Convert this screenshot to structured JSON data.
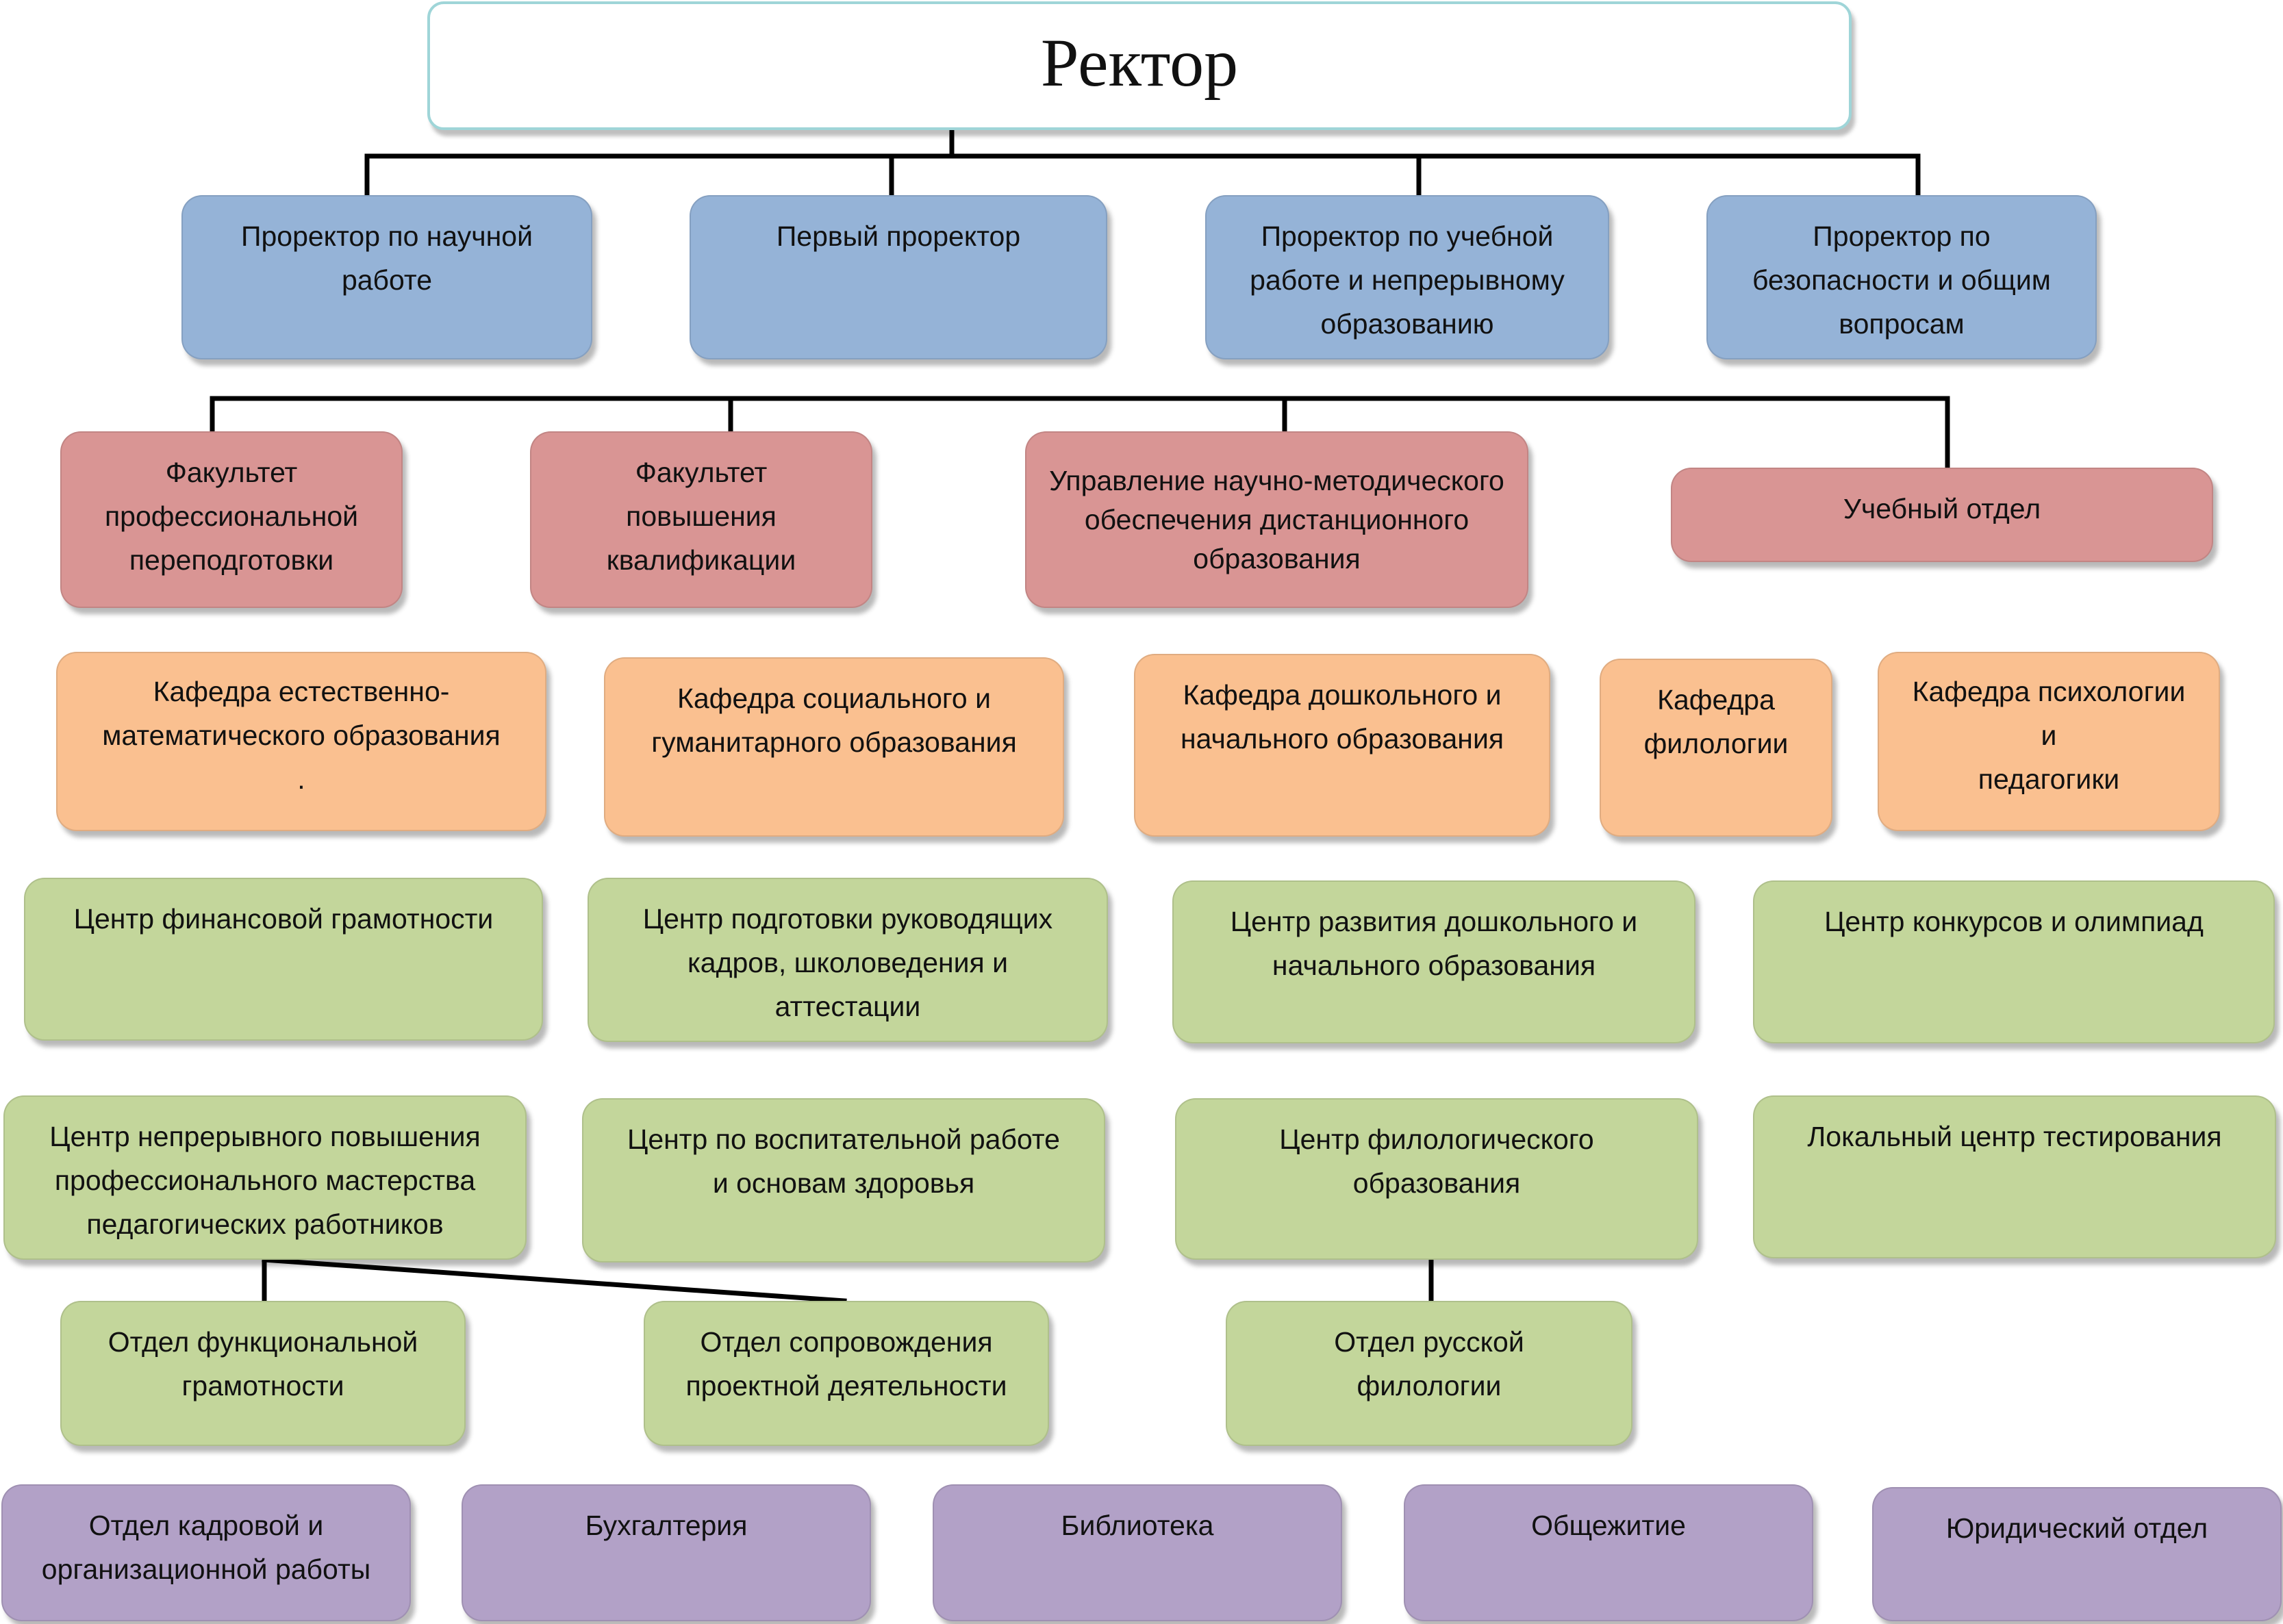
{
  "rector": "Ректор",
  "prorectors": {
    "science": "Проректор по научной\nработе",
    "first": "Первый проректор",
    "education": "Проректор по учебной\nработе и непрерывному\nобразованию",
    "security": "Проректор по\nбезопасности и общим\nвопросам"
  },
  "faculties": {
    "retraining": "Факультет\nпрофессиональной\nпереподготовки",
    "qualification": "Факультет\nповышения\nквалификации",
    "distance": "Управление научно-методического\nобеспечения дистанционного\nобразования",
    "education_dept": "Учебный отдел"
  },
  "departments": {
    "natural_math": "Кафедра естественно-\nматематического образования\n.",
    "social_humanitarian": "Кафедра социального и\nгуманитарного образования",
    "preschool_primary": "Кафедра дошкольного и\nначального образования",
    "philology": "Кафедра\nфилологии",
    "psychology": "Кафедра психологии\nи\nпедагогики"
  },
  "centers_row1": {
    "finance": "Центр финансовой грамотности",
    "management": "Центр подготовки руководящих\nкадров, школоведения и\nаттестации",
    "preschool_dev": "Центр развития дошкольного и\nначального образования",
    "contests": "Центр конкурсов и олимпиад"
  },
  "centers_row2": {
    "continuous": "Центр непрерывного повышения\nпрофессионального мастерства\nпедагогических работников",
    "upbringing": "Центр по воспитательной работе\nи основам здоровья",
    "philology_center": "Центр филологического\nобразования",
    "testing": "Локальный центр тестирования"
  },
  "sub_departments": {
    "functional": "Отдел функциональной\nграмотности",
    "project": "Отдел сопровождения\nпроектной  деятельности",
    "russian": "Отдел русской\nфилологии"
  },
  "services": {
    "hr": "Отдел кадровой  и\nорганизационной работы",
    "accounting": "Бухгалтерия",
    "library": "Библиотека",
    "dormitory": "Общежитие",
    "legal": "Юридический отдел"
  },
  "colors": {
    "rector_border": "#9fd5d8",
    "prorector": "#95b3d7",
    "faculty": "#d99594",
    "department": "#fac090",
    "center": "#c3d69b",
    "service": "#b2a1c7",
    "connector": "#000000"
  }
}
